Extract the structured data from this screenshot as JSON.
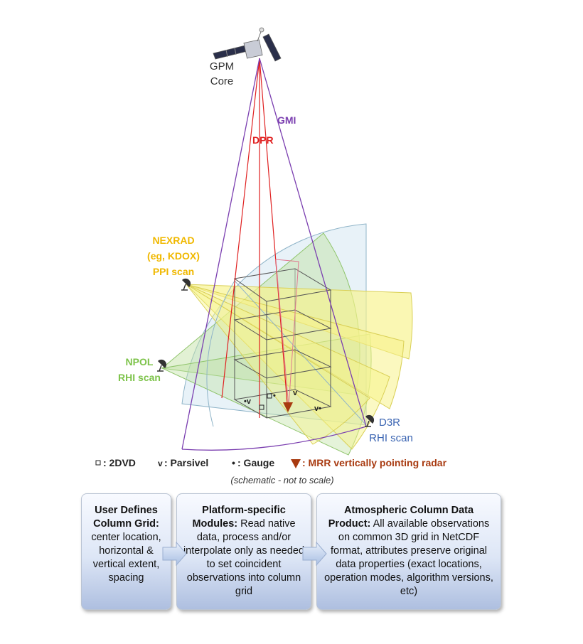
{
  "satellite": {
    "name_line1": "GPM",
    "name_line2": "Core"
  },
  "instruments": {
    "gmi": "GMI",
    "dpr": "DPR"
  },
  "nexrad": {
    "line1": "NEXRAD",
    "line2": "(eg, KDOX)",
    "line3": "PPI scan"
  },
  "npol": {
    "line1": "NPOL",
    "line2": "RHI scan"
  },
  "d3r": {
    "line1": "D3R",
    "line2": "RHI scan"
  },
  "legend": {
    "twodvd": ": 2DVD",
    "parsivel": ": Parsivel",
    "gauge": ": Gauge",
    "mrr": ": MRR vertically pointing radar"
  },
  "note": "(schematic - not to scale)",
  "steps": [
    {
      "title": "User Defines Column Grid:",
      "body": "center location, horizontal & vertical extent, spacing"
    },
    {
      "title": "Platform-specific Modules:",
      "body": "Read native data, process and/or interpolate only as needed to set coincident observations into column grid"
    },
    {
      "title": "Atmospheric Column Data Product:",
      "body": "All available observations on common 3D grid in NetCDF format, attributes preserve original data properties (exact locations, operation modes, algorithm versions, etc)"
    }
  ],
  "colors": {
    "gmi": "#7b3fb0",
    "dpr": "#e02020",
    "nexrad": "#f0b800",
    "npol": "#7dc34a",
    "d3r": "#3a64b2",
    "mrr": "#a83a10"
  }
}
